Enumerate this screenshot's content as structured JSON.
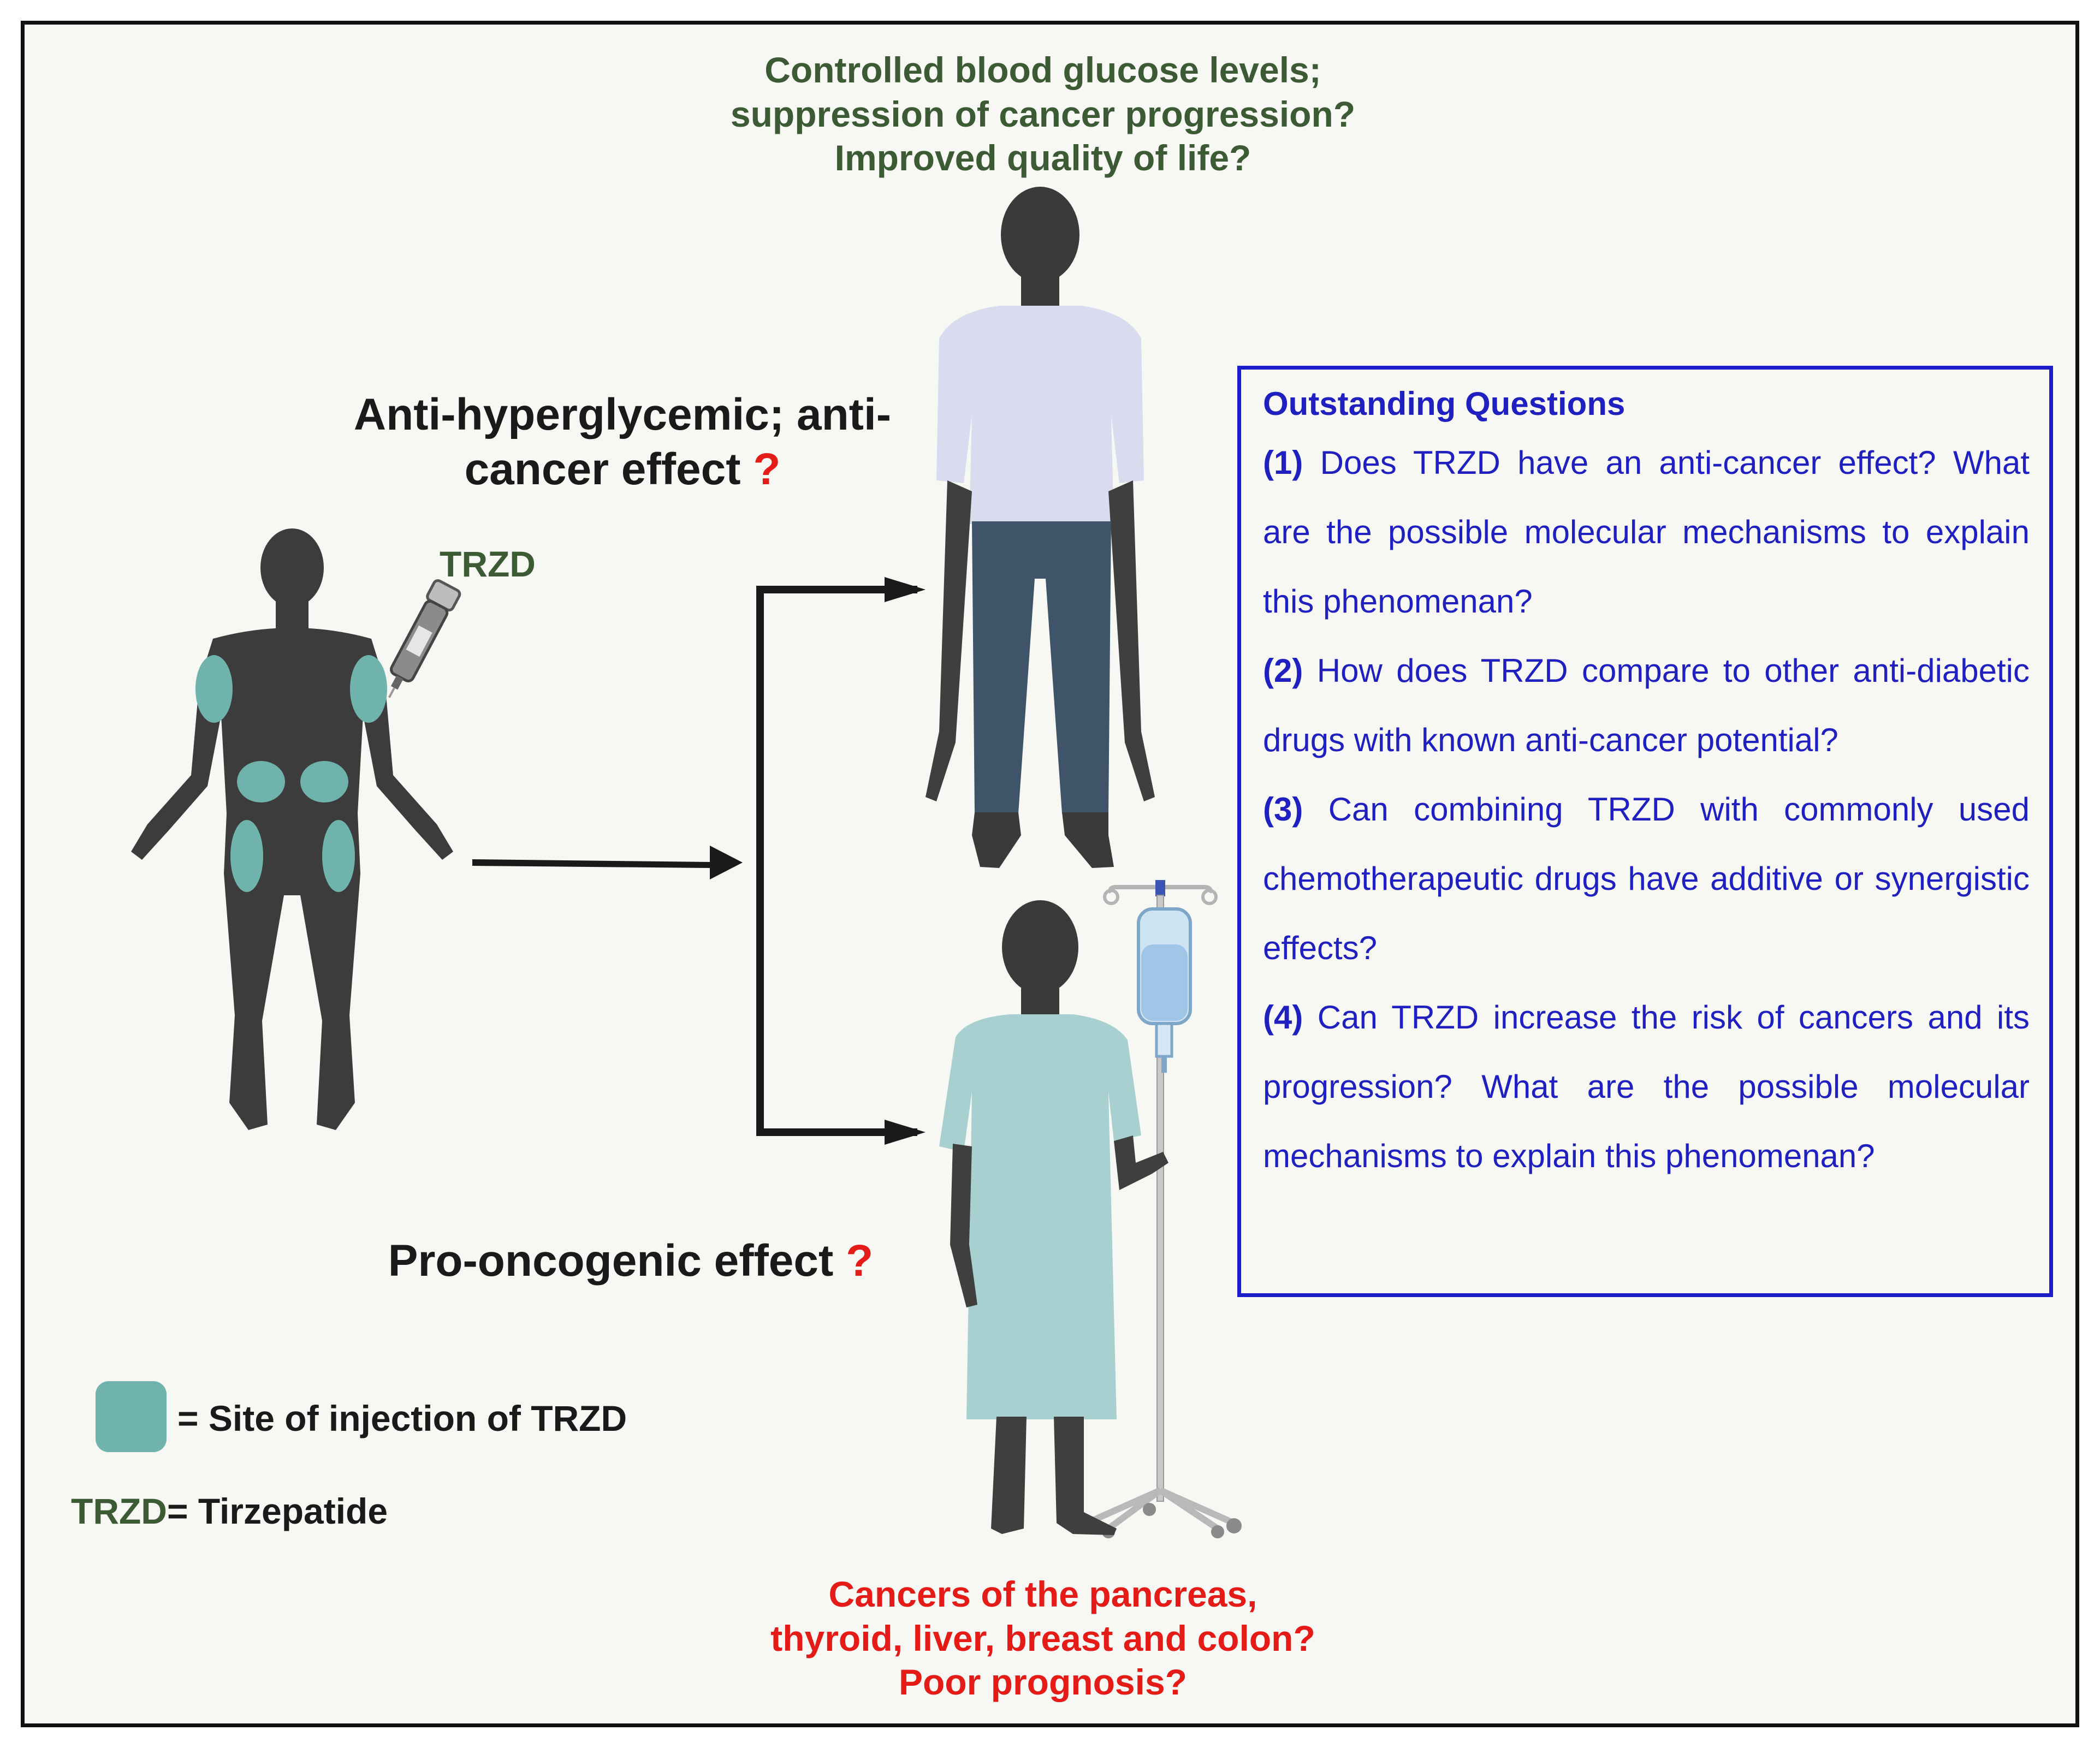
{
  "outcome_positive": {
    "line1": "Controlled blood glucose levels;",
    "line2": "suppression of cancer progression?",
    "line3": "Improved quality of life?"
  },
  "outcome_negative": {
    "line1": "Cancers of the pancreas,",
    "line2": "thyroid, liver, breast and colon?",
    "line3": "Poor prognosis?"
  },
  "effects": {
    "anti_line1": "Anti-hyperglycemic; anti-",
    "anti_line2": "cancer effect",
    "pro": "Pro-oncogenic effect",
    "question_mark": "?"
  },
  "drug_label": "TRZD",
  "legend": {
    "site_text": "= Site of injection of TRZD",
    "abbr": "TRZD",
    "abbr_def": "= Tirzepatide"
  },
  "questions": {
    "heading": "Outstanding Questions",
    "items": [
      {
        "num": "(1)",
        "text": "Does TRZD have an anti-cancer effect? What are the possible molecular mechanisms to explain this phenomenan?"
      },
      {
        "num": "(2)",
        "text": "How does TRZD compare to other anti-diabetic drugs with known anti-cancer potential?"
      },
      {
        "num": "(3)",
        "text": "Can combining TRZD with commonly used chemotherapeutic drugs have additive or synergistic effects?"
      },
      {
        "num": "(4)",
        "text": "Can TRZD increase the risk of cancers and its progression? What are the possible molecular mechanisms to explain this phenomenan?"
      }
    ]
  },
  "colors": {
    "silhouette": "#4a4a4a",
    "injection_site": "#6fb3ac",
    "shirt": "#d9dcee",
    "jeans": "#3f5468",
    "gown": "#a9d0d1",
    "positive_text": "#3c5a34",
    "negative_text": "#e41b17",
    "question_box": "#1e1ec8",
    "arrow": "#1a1a1a"
  }
}
